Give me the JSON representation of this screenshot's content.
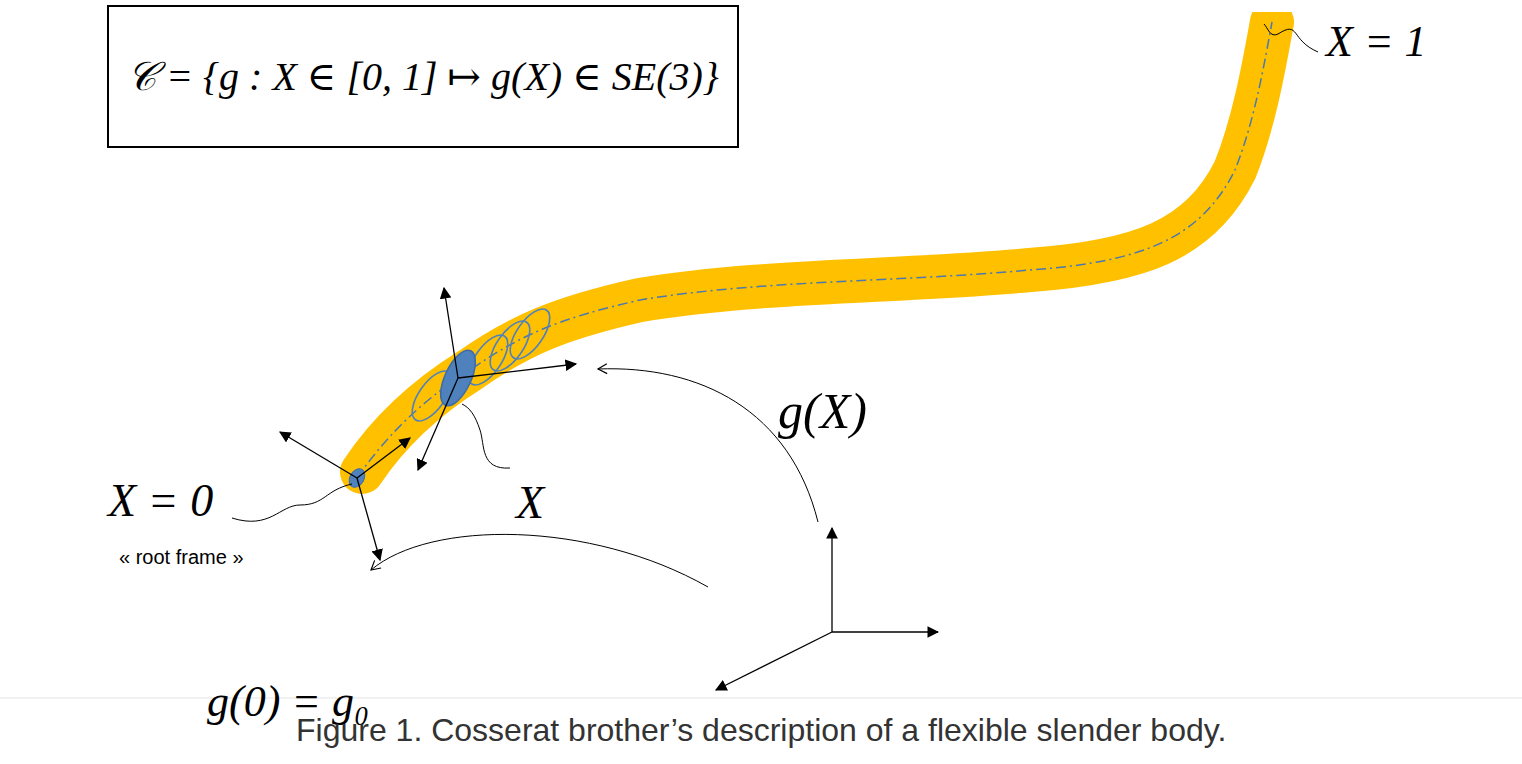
{
  "diagram": {
    "caption": "Figure 1. Cosserat brother’s description of a flexible slender body.",
    "nodes": [
      {
        "text": [
          "𝒞 = {g : X ∈ [0, 1] ↦ g(X) ∈ SE(3)}"
        ]
      }
    ],
    "labels": [
      "X = 1",
      "g(X)",
      "X = 0",
      "« root frame »",
      "X",
      "g(0) = g₀"
    ]
  }
}
